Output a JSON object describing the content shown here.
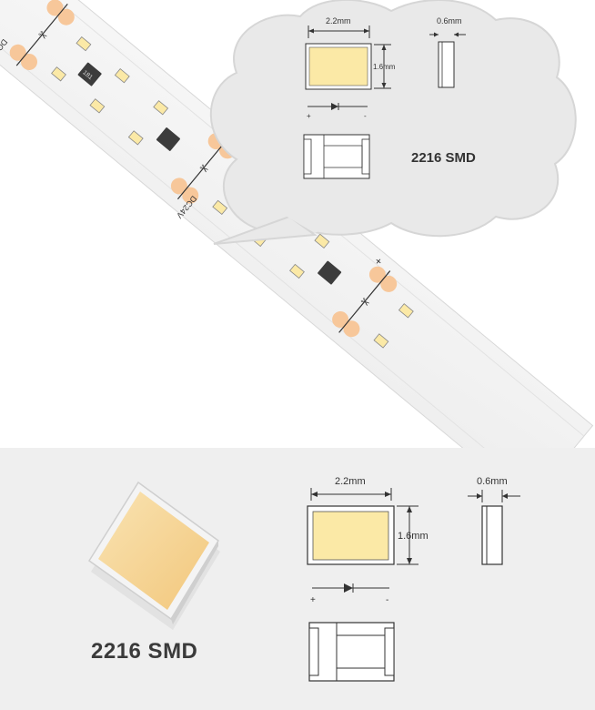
{
  "strip": {
    "voltage_label": "DC24V",
    "resistor_code": "181",
    "plus_sign": "+",
    "minus_sign": "-"
  },
  "callout": {
    "width_label": "2.2mm",
    "height_label": "1.6mm",
    "thickness_label": "0.6mm",
    "polarity_plus": "+",
    "polarity_minus": "-",
    "title": "2216 SMD"
  },
  "spec": {
    "width_label": "2.2mm",
    "height_label": "1.6mm",
    "thickness_label": "0.6mm",
    "polarity_plus": "+",
    "polarity_minus": "-",
    "title": "2216 SMD"
  },
  "colors": {
    "led_yellow": "#fbe9a6",
    "cut_pad_orange": "#f7c79a",
    "cloud_grey": "#e9e9e9",
    "section_grey": "#efefef"
  }
}
